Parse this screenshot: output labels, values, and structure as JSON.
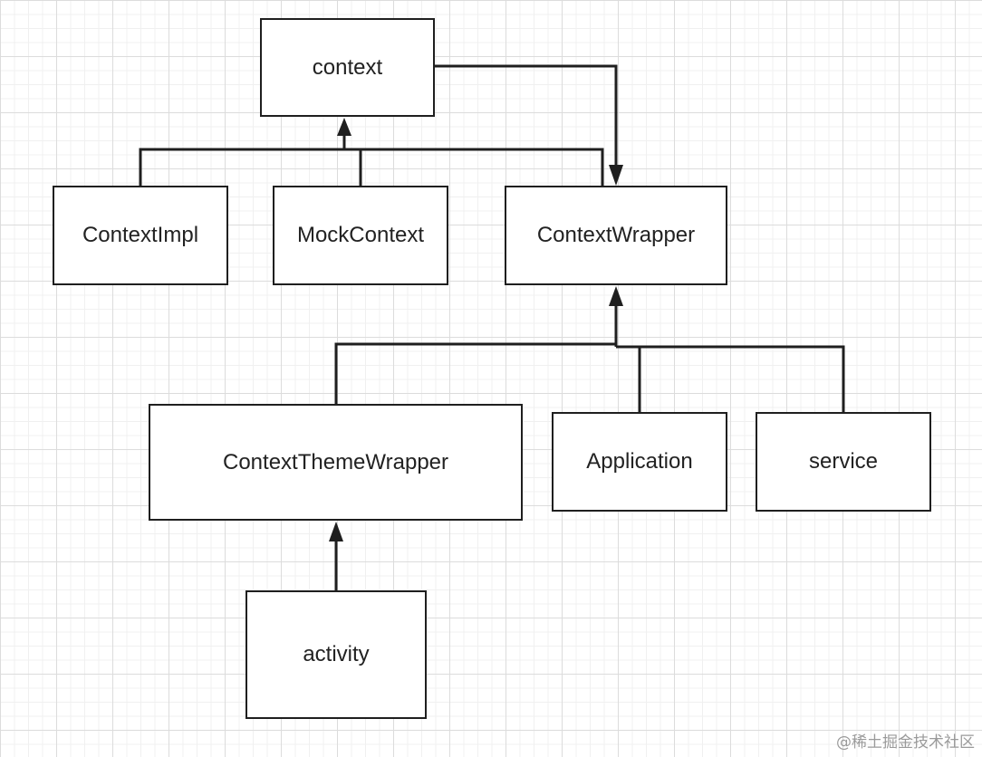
{
  "diagram": {
    "nodes": {
      "context": "context",
      "context_impl": "ContextImpl",
      "mock_context": "MockContext",
      "context_wrapper": "ContextWrapper",
      "context_theme_wrapper": "ContextThemeWrapper",
      "application": "Application",
      "service": "service",
      "activity": "activity"
    },
    "edges": [
      {
        "from": "context_impl",
        "to": "context"
      },
      {
        "from": "mock_context",
        "to": "context"
      },
      {
        "from": "context_wrapper",
        "to": "context"
      },
      {
        "from": "context",
        "to": "context_wrapper"
      },
      {
        "from": "context_theme_wrapper",
        "to": "context_wrapper"
      },
      {
        "from": "application",
        "to": "context_wrapper"
      },
      {
        "from": "service",
        "to": "context_wrapper"
      },
      {
        "from": "activity",
        "to": "context_theme_wrapper"
      }
    ],
    "line_color": "#1f1f1f",
    "background_color": "#ffffff",
    "grid_color": "#dcdcdc"
  },
  "watermark": "@稀土掘金技术社区"
}
